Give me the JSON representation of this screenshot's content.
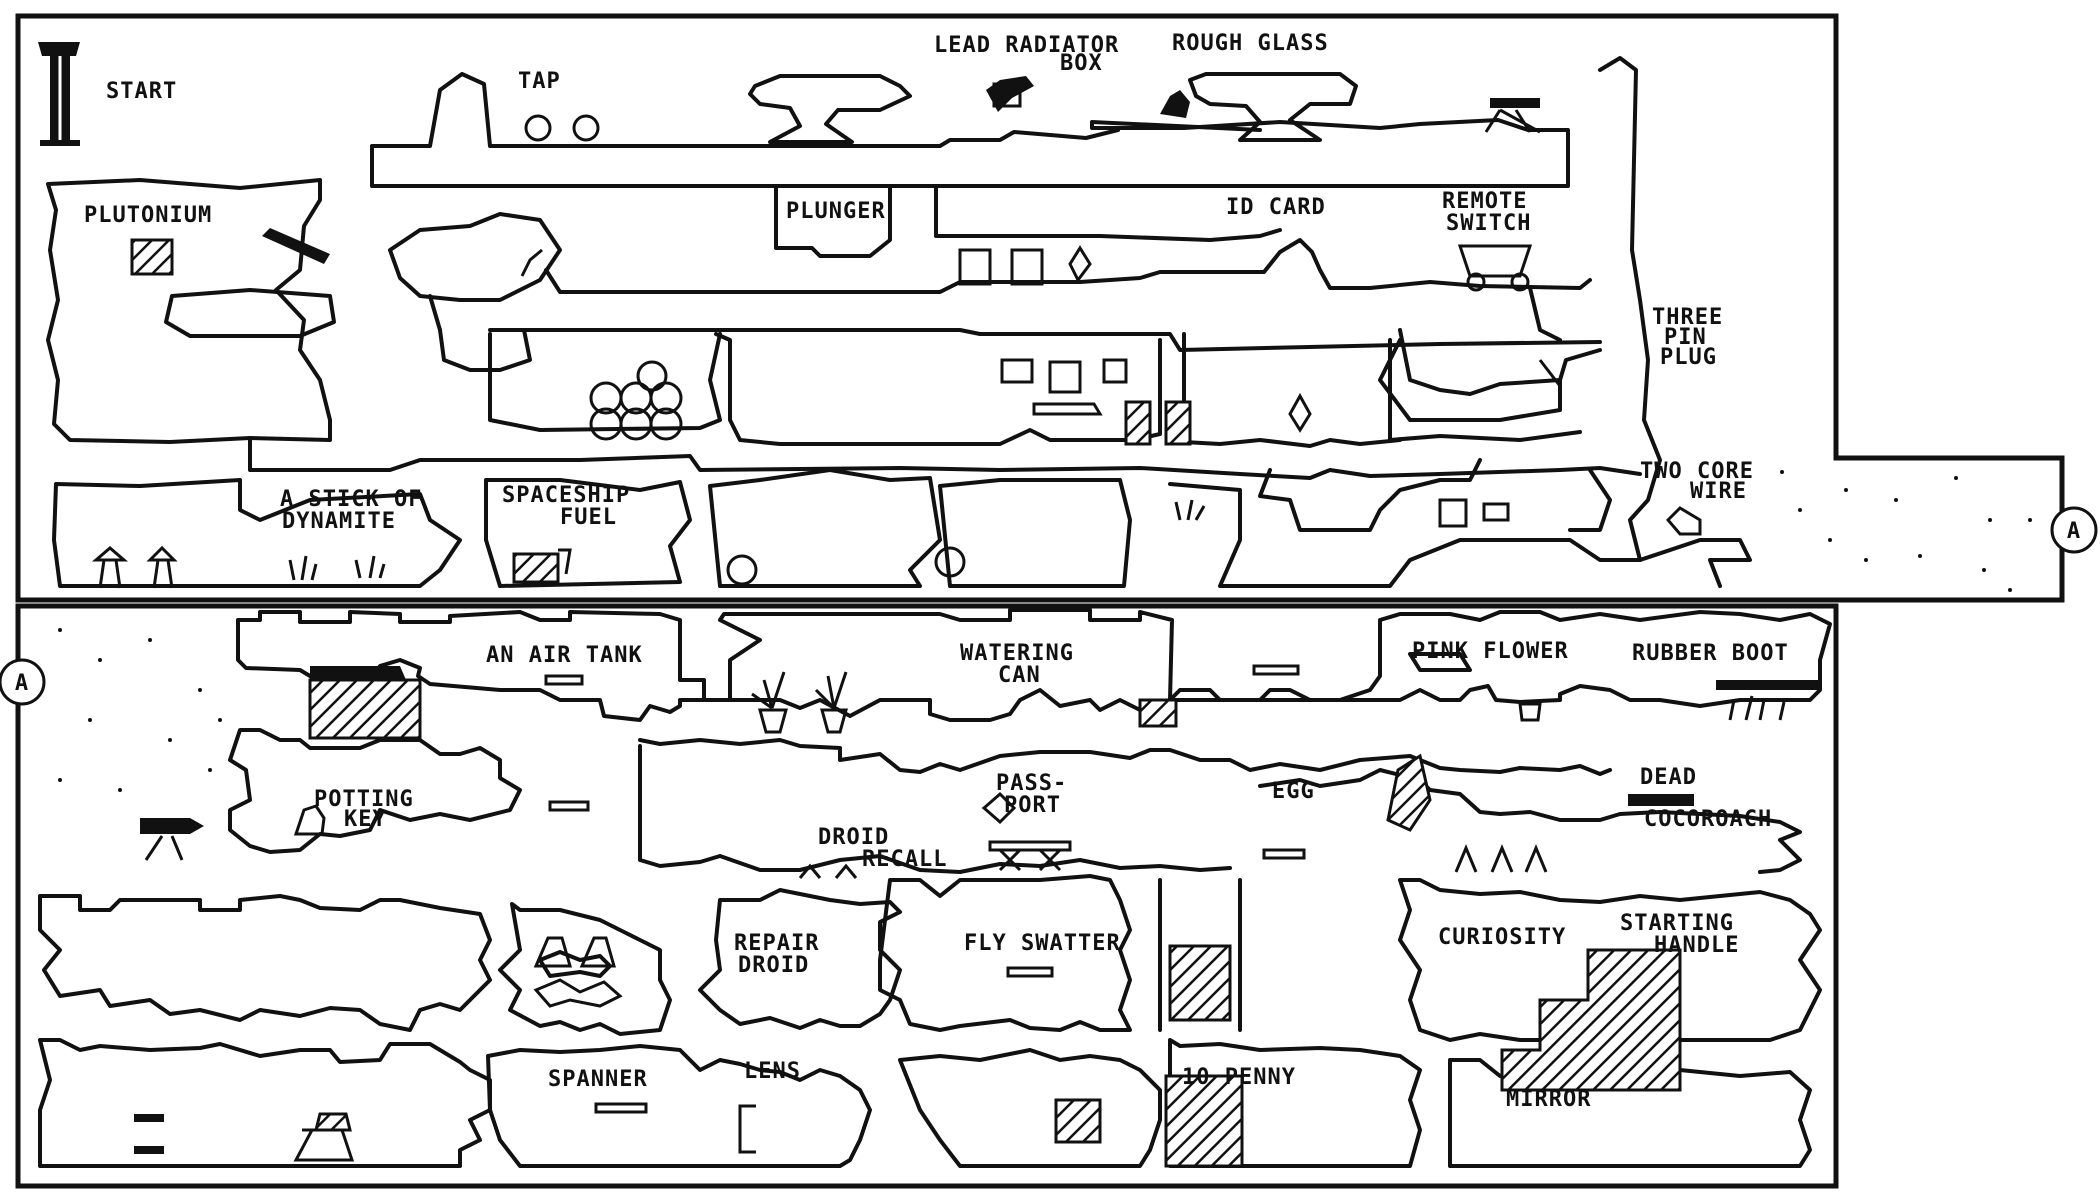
{
  "map": {
    "title": "",
    "connector": "A",
    "upper_section": {
      "labels": {
        "start": "START",
        "tap": "TAP",
        "lead_radiator_1": "LEAD RADIATOR",
        "lead_radiator_2": "BOX",
        "rough_glass": "ROUGH GLASS",
        "plutonium": "PLUTONIUM",
        "plunger": "PLUNGER",
        "id_card": "ID CARD",
        "remote_1": "REMOTE",
        "remote_2": "SWITCH",
        "three_pin_1": "THREE",
        "three_pin_2": "PIN",
        "three_pin_3": "PLUG",
        "dynamite_1": "A STICK OF",
        "dynamite_2": "DYNAMITE",
        "fuel_1": "SPACESHIP",
        "fuel_2": "FUEL",
        "two_core_1": "TWO CORE",
        "two_core_2": "WIRE"
      }
    },
    "lower_section": {
      "labels": {
        "air_tank": "AN AIR TANK",
        "watering_1": "WATERING",
        "watering_2": "CAN",
        "pink_flower": "PINK FLOWER",
        "rubber_boot": "RUBBER BOOT",
        "potting_1": "POTTING",
        "potting_2": "KEY",
        "passport_1": "PASS-",
        "passport_2": "PORT",
        "egg": "EGG",
        "dead_1": "DEAD",
        "dead_2": "COCOROACH",
        "droid_1": "DROID",
        "droid_2": "RECALL",
        "repair_1": "REPAIR",
        "repair_2": "DROID",
        "fly_swatter": "FLY SWATTER",
        "curiosity": "CURIOSITY",
        "starting_1": "STARTING",
        "starting_2": "HANDLE",
        "spanner": "SPANNER",
        "lens": "LENS",
        "penny": "10 PENNY",
        "mirror": "MIRROR"
      }
    }
  }
}
